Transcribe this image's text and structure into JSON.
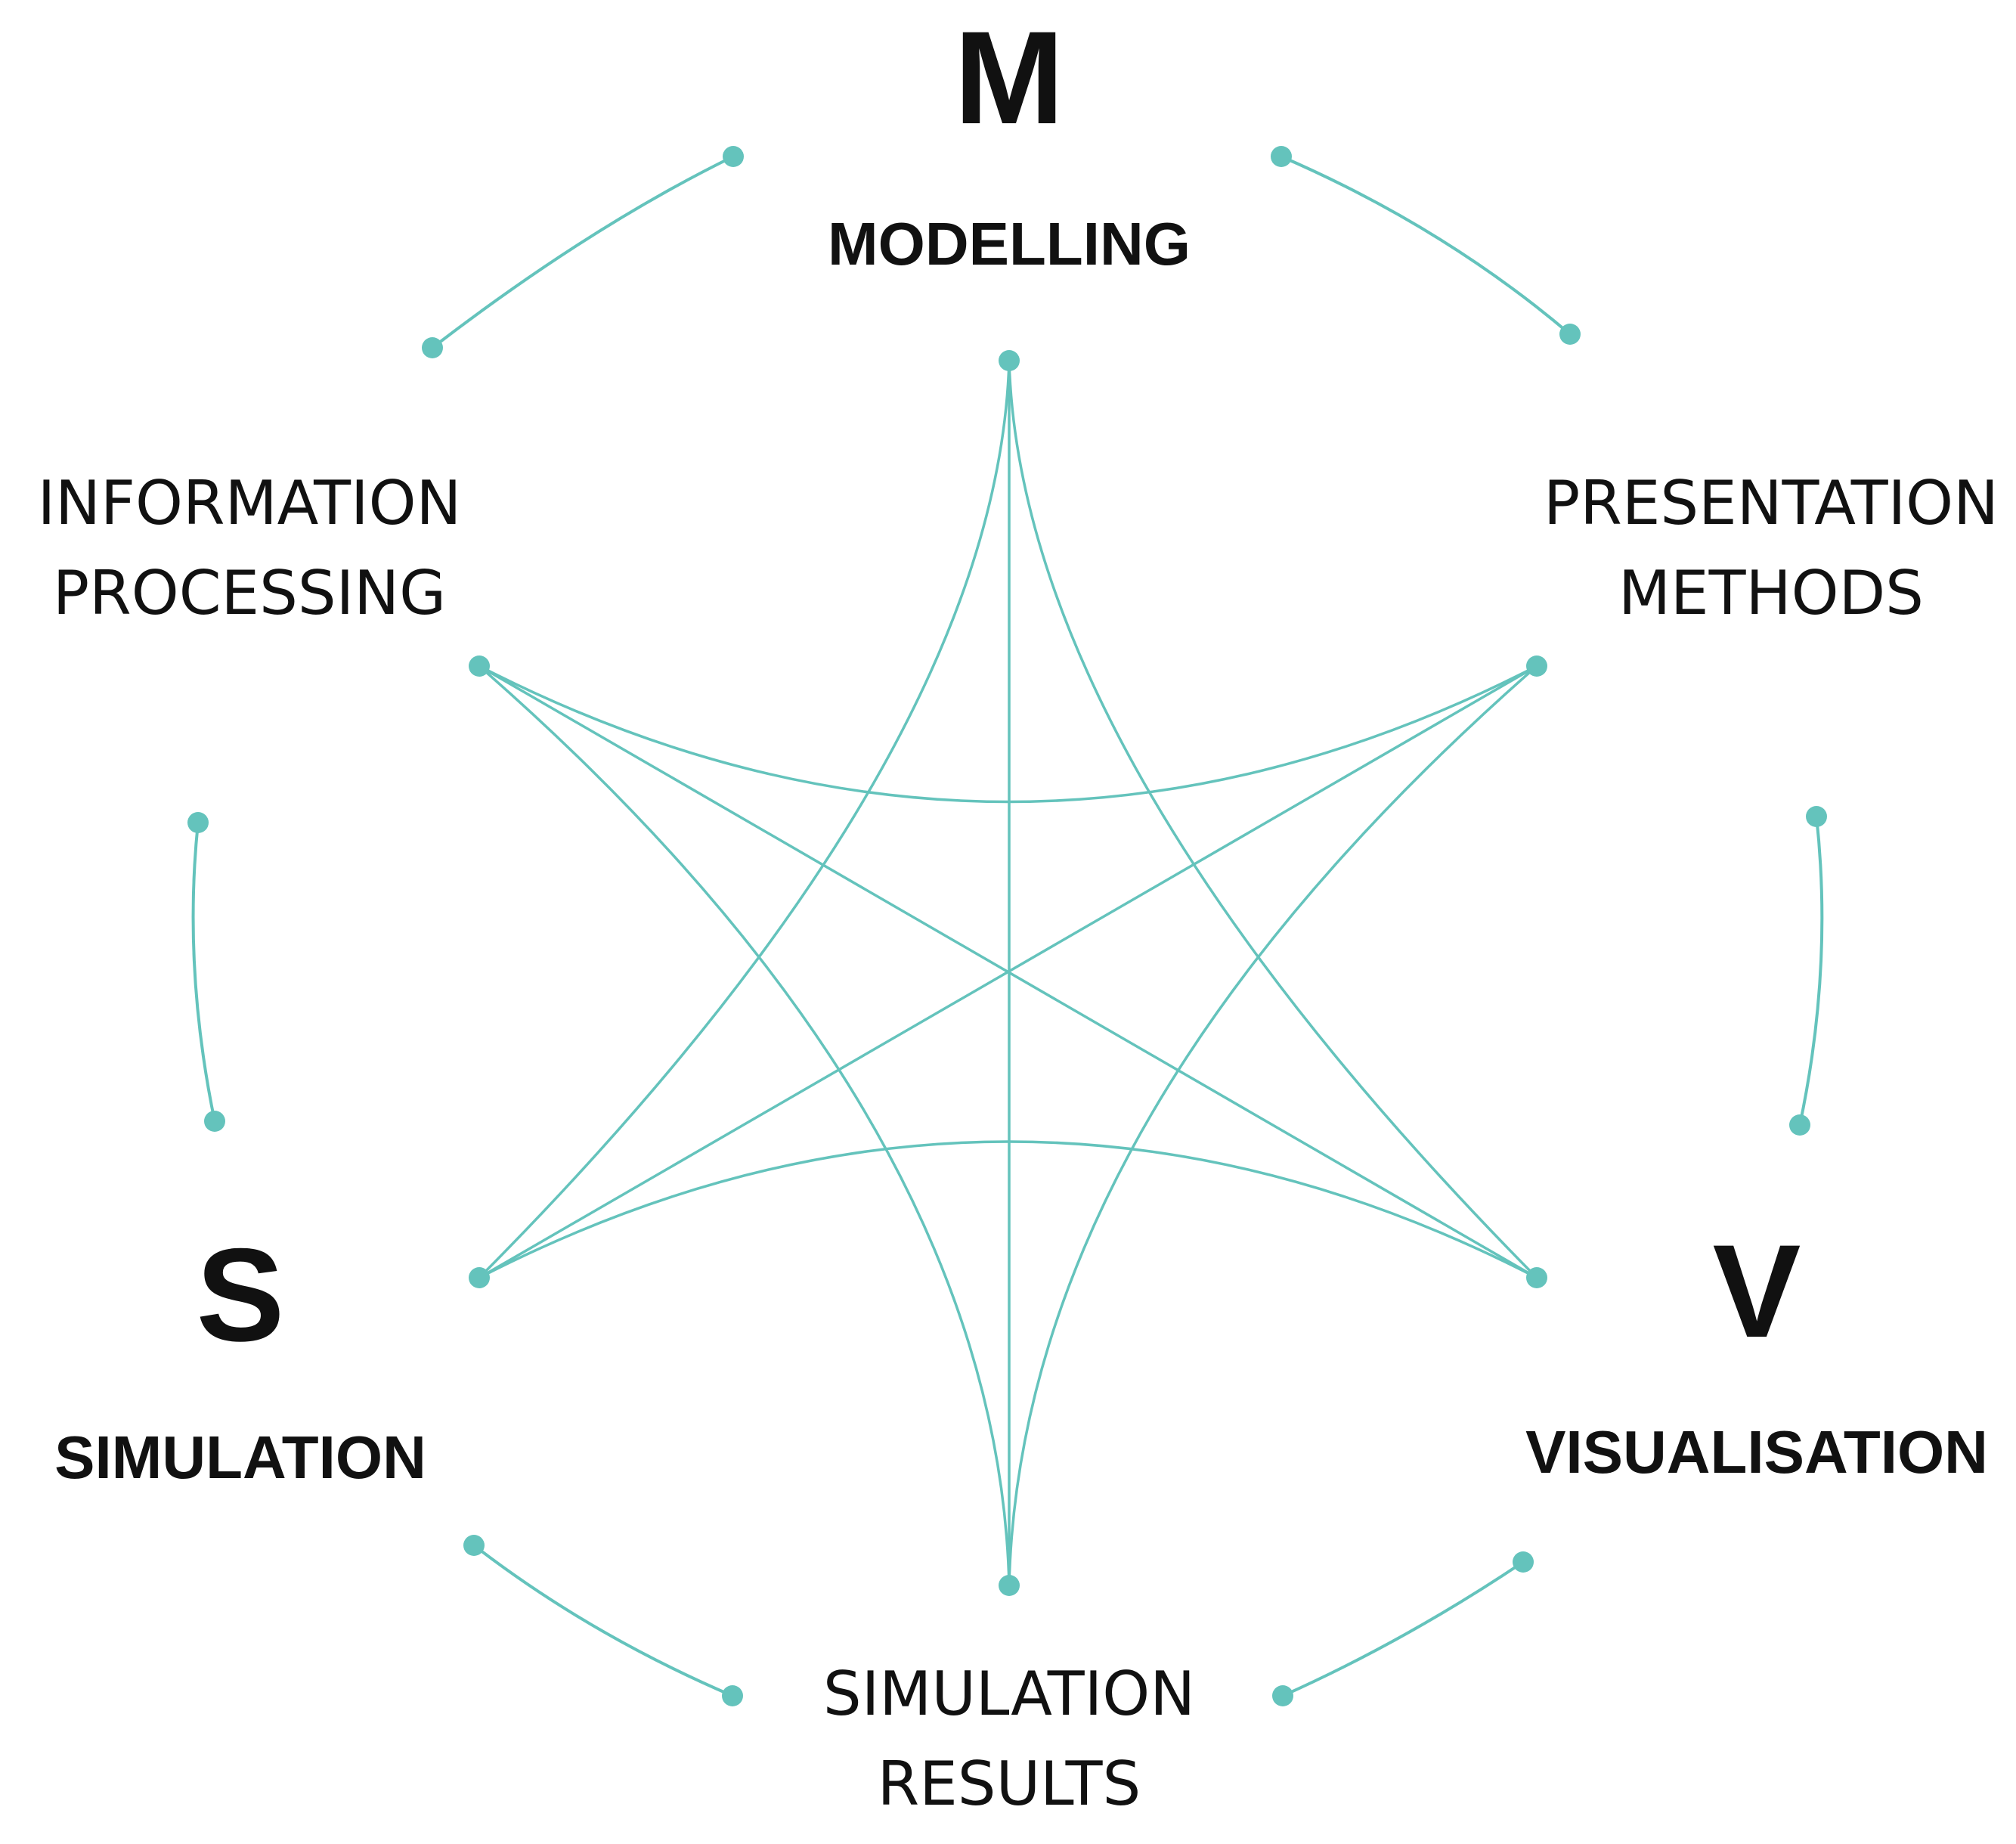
{
  "colors": {
    "accent": "#64c3bc",
    "text": "#111111",
    "background": "#ffffff"
  },
  "center": {
    "modelling": {
      "letter": "M",
      "label": "MODELLING"
    },
    "visualisation": {
      "letter": "V",
      "label": "VISUALISATION"
    },
    "simulation": {
      "letter": "S",
      "label": "SIMULATION"
    }
  },
  "labels": {
    "information_processing": [
      "INFORMATION",
      "PROCESSING"
    ],
    "presentation_methods": [
      "PRESENTATION",
      "METHODS"
    ],
    "simulation_results": [
      "SIMULATION",
      "RESULTS"
    ]
  }
}
